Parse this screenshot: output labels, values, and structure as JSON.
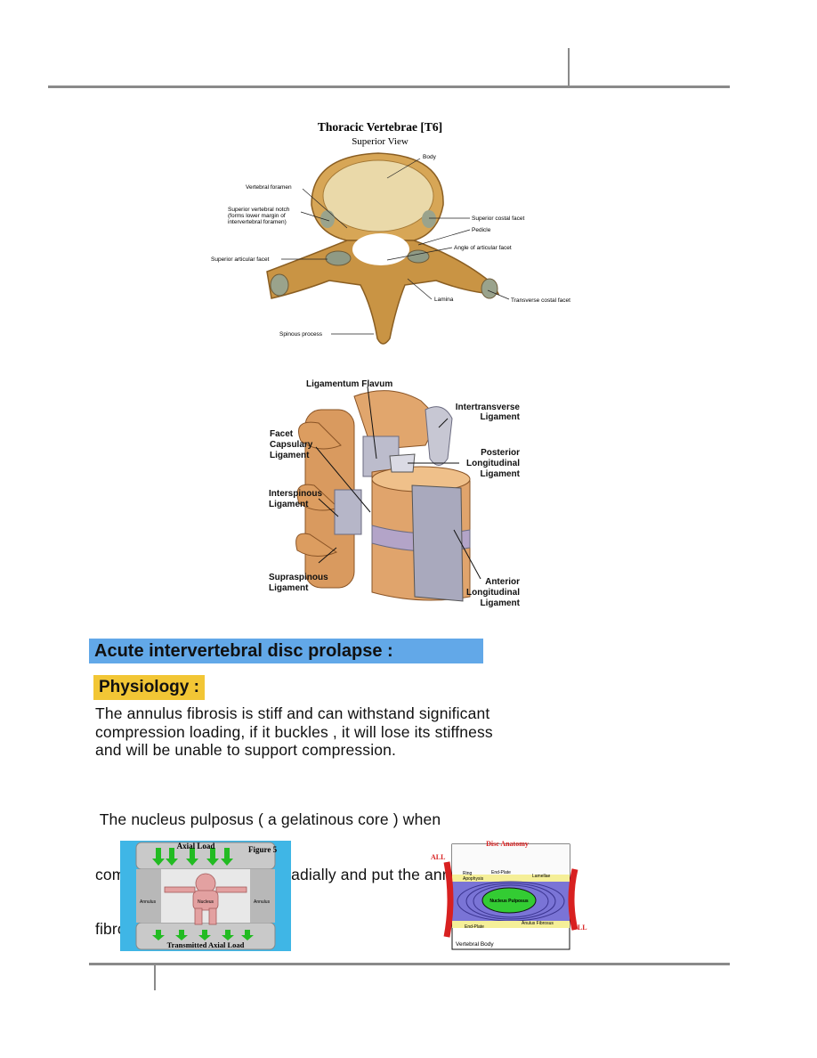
{
  "fig_vertebra": {
    "title": "Thoracic Vertebrae [T6]",
    "subtitle": "Superior View",
    "labels": {
      "body": "Body",
      "vertebral_foramen": "Vertebral foramen",
      "sup_notch_1": "Superior vertebral notch",
      "sup_notch_2": "(forms lower margin of",
      "sup_notch_3": "intervertebral foramen)",
      "sup_artic": "Superior articular facet",
      "sup_costal": "Superior costal facet",
      "pedicle": "Pedicle",
      "angle_artic": "Angle of articular facet",
      "lamina": "Lamina",
      "transverse_costal": "Transverse costal facet",
      "spinous": "Spinous process"
    }
  },
  "fig_ligaments": {
    "labels": {
      "flavum": "Ligamentum Flavum",
      "intertrans_1": "Intertransverse",
      "intertrans_2": "Ligament",
      "facet_1": "Facet",
      "facet_2": "Capsulary",
      "facet_3": "Ligament",
      "posterior_1": "Posterior",
      "posterior_2": "Longitudinal",
      "posterior_3": "Ligament",
      "interspinous_1": "Interspinous",
      "interspinous_2": "Ligament",
      "supraspinous_1": "Supraspinous",
      "supraspinous_2": "Ligament",
      "anterior_1": "Anterior",
      "anterior_2": "Longitudinal",
      "anterior_3": "Ligament"
    }
  },
  "section": {
    "heading": "Acute intervertebral disc prolapse :",
    "subheading": "Physiology :",
    "para1_lines": [
      "The annulus fibrosis is stiff and can withstand significant",
      "compression loading, if it buckles , it will lose its stiffness",
      "and will be unable to support compression."
    ],
    "para2_lines": [
      " The nucleus pulposus ( a gelatinous core ) when",
      "compressed, it will expand radially and put the annulus",
      "fibrosis in tension."
    ]
  },
  "fig_axial": {
    "axial_load": "Axial Load",
    "figure": "Figure 5",
    "nucleus": "Nucleus",
    "annulus_left": "Annulus",
    "annulus_right": "Annulus",
    "transmitted": "Transmitted Axial Load"
  },
  "fig_disc": {
    "title": "Disc Anatomy",
    "all": "ALL",
    "pll": "PLL",
    "ring_1": "Ring",
    "ring_2": "Apophysis",
    "endplate_top": "End-Plate",
    "lamellae": "Lamellae",
    "nucleus": "Nucleus Pulposus",
    "endplate_bottom": "End-Plate",
    "anulus": "Anulus Fibrosus",
    "vertebral_body": "Vertebral Body"
  },
  "colors": {
    "heading_bg": "#62a8e8",
    "subheading_bg": "#f2c635",
    "rule": "#8a8a8a"
  }
}
